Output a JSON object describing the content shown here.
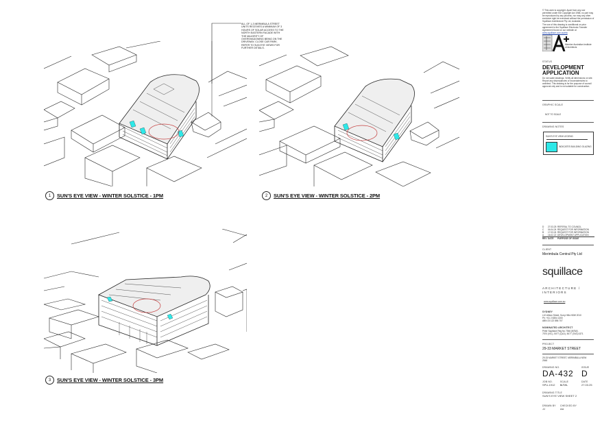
{
  "views": [
    {
      "number": "1",
      "title": "SUN'S EYE VIEW - WINTER SOLSTICE - 1PM"
    },
    {
      "number": "2",
      "title": "SUN'S EYE VIEW - WINTER SOLSTICE - 2PM"
    },
    {
      "number": "3",
      "title": "SUN'S EYE VIEW - WINTER SOLSTICE - 3PM"
    }
  ],
  "annotation": "ALL OF 1-3 MERIMBULA STREET UNITS RECEIVES A MINIMUM OF 3 HOURS OF SOLAR ACCESS TO THE NORTH EASTERN FACADE WITH THE MAJORITY OF OVERSHADOWING BEING ON THE DRIVEWAY, CLOSE CAR PARK. REFER TO SUN EYE VIEWS FOR FURTHER DETAILS.",
  "copyright": "© This work is copyright. Apart from any use permitted under the Copyright Act 1968, no part may be reproduced by any process, nor may any other exclusive right be exercised without the permission of Squillace Architecture Pty Ltd, Australia.",
  "agreement": "The use of this drawing is conditional on prior agreement to the Squillace Electronic Transfer Agreement found on our website at",
  "agreement_link": "www.squillace.com.au/eta",
  "institute": "Member Australian Institute of Architects",
  "status_label": "STATUS",
  "status_line1": "DEVELOPMENT",
  "status_line2": "APPLICATION",
  "status_note": "Do not scale drawings. Verify all dimensions on site. Report any discrepancies or inconsistencies to architect. This drawing is for the purpose of council approval only and is not suitable for construction.",
  "graphic_scale_label": "GRAPHIC SCALE",
  "graphic_scale_value": "NOT TO SCALE",
  "drawing_notes_label": "DRAWING NOTES",
  "legend_title": "SUN'S EYE VIEW LEGEND",
  "legend_item": "INDICATES BUILDING GLAZING",
  "legend_color": "#2ee8e8",
  "revisions": [
    {
      "rev": "D",
      "date": "27.03.25",
      "purpose": "REFERAL TO COUNCIL"
    },
    {
      "rev": "C",
      "date": "04.04.24",
      "purpose": "REQUEST FOR INFORMATION"
    },
    {
      "rev": "B",
      "date": "17.03.24",
      "purpose": "REQUEST FOR INFORMATION"
    },
    {
      "rev": "A",
      "date": "16.02.22",
      "purpose": "DEVELOPMENT APPLICATION"
    },
    {
      "rev": "REV",
      "date": "DATE",
      "purpose": "PURPOSE OF ISSUE"
    }
  ],
  "client_label": "CLIENT",
  "client_name": "Merimbula Central Pty Ltd",
  "firm_name": "squillace",
  "firm_sub1": "ARCHITECTURE /",
  "firm_sub2": "INTERIORS",
  "firm_web": "www.squillace.com.au",
  "office_label": "SYDNEY",
  "office_address": "L10 Albion Street, Surry Hills NSW 2010",
  "office_phone": "Ph: +61 2 8354 1300",
  "office_abn": "ABN 23 122 856 707",
  "nominated_label": "NOMINATED ARCHITECT",
  "nominated_name": "Peter Squillace Reg No 7546 (NSW),",
  "nominated_reg": "7570 (VIC), 5077 (QLD), 5077 (TAS) 4371",
  "project_label": "PROJECT",
  "project_name": "29-33 MARKET STREET",
  "project_address": "29-33 MARKET STREET, MERIMBULA NSW 2548",
  "drawing_no_label": "DRAWING NO.",
  "drawing_no": "DA-432",
  "issue_label": "ISSUE",
  "issue_value": "D",
  "job_label": "JOB NO.",
  "job_value": "SPU-1912",
  "scale_label": "SCALE",
  "scale_value": "N.T.S.",
  "date_label": "DATE",
  "date_value": "27.03.25",
  "title_label": "DRAWING TITLE",
  "title_value": "SUN'S EYE VIEW SHEET 2",
  "drawn_label": "DRAWN BY",
  "drawn_value": "JJ",
  "checked_label": "CHECKED BY",
  "checked_value": "AA"
}
